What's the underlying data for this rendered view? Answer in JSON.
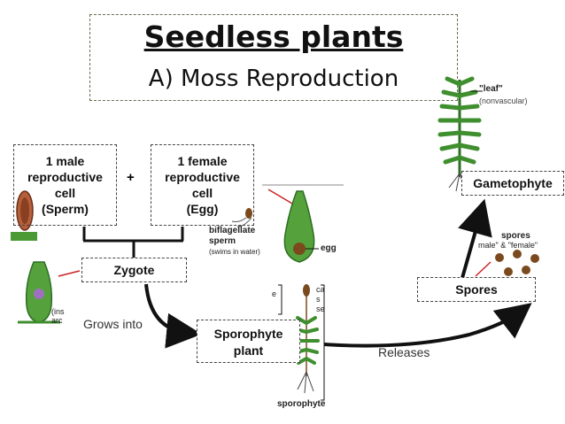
{
  "title": "Seedless plants",
  "subtitle": "A) Moss Reproduction",
  "male_cell": {
    "lines": [
      "1 male",
      "reproductive",
      "cell",
      "(Sperm)"
    ]
  },
  "plus": "+",
  "female_cell": {
    "lines": [
      "1 female",
      "reproductive",
      "cell",
      "(Egg)"
    ]
  },
  "zygote": "Zygote",
  "grows_into": "Grows into",
  "sporophyte_plant": {
    "lines": [
      "Sporophyte",
      "plant"
    ]
  },
  "releases": "Releases",
  "spores": "Spores",
  "gametophyte": "Gametophyte",
  "illustration_labels": {
    "leaf": "\"leaf\"",
    "nonvascular": "(nonvascular)",
    "spores": "spores",
    "male_female": "male\" & \"female\"",
    "biflagellate": "biflagellate",
    "sperm": "sperm",
    "swims": "(swims in water)",
    "egg": "egg",
    "sporophyte": "sporophyte",
    "ins": "(ins",
    "arc": "arc",
    "ca": "ca",
    "s": "s",
    "se": "se",
    "e": "e"
  },
  "colors": {
    "moss_green": "#3f8f2f",
    "dark_green": "#2c6e22",
    "spore_brown": "#7a4a1e",
    "arrow_black": "#111111",
    "red_pointer": "#cc2222"
  }
}
